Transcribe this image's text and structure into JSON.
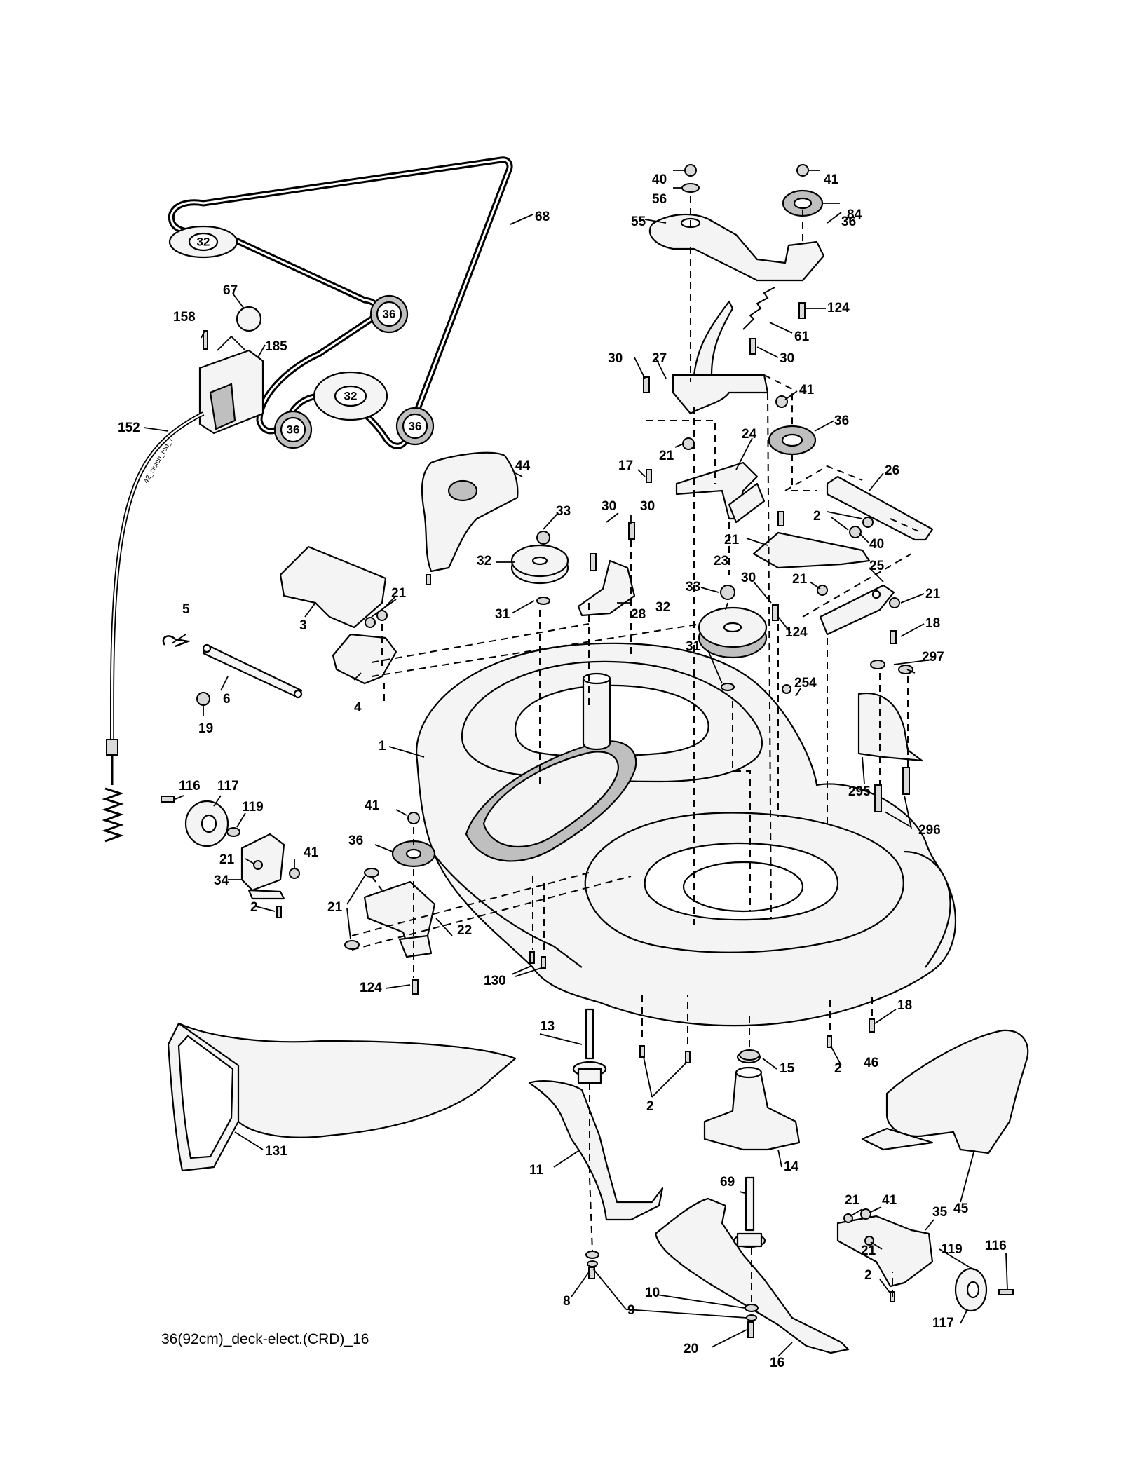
{
  "diagram": {
    "caption": "36(92cm)_deck-elect.(CRD)_16",
    "cable_marking": "42_clutch_rod_7",
    "belt_pulley_labels": [
      "32",
      "36",
      "32",
      "36",
      "36"
    ],
    "callouts": [
      {
        "id": "c-40",
        "text": "40",
        "part": "nut"
      },
      {
        "id": "c-56",
        "text": "56",
        "part": "washer"
      },
      {
        "id": "c-41a",
        "text": "41",
        "part": "nut"
      },
      {
        "id": "c-36a",
        "text": "36",
        "part": "idler-pulley"
      },
      {
        "id": "c-84",
        "text": "84",
        "part": "belt-guide"
      },
      {
        "id": "c-68",
        "text": "68",
        "part": "belt"
      },
      {
        "id": "c-55",
        "text": "55",
        "part": "idler-arm"
      },
      {
        "id": "c-67",
        "text": "67",
        "part": "ball"
      },
      {
        "id": "c-158",
        "text": "158",
        "part": "screw"
      },
      {
        "id": "c-185",
        "text": "185",
        "part": "clutch-switch-bracket"
      },
      {
        "id": "c-124a",
        "text": "124",
        "part": "bolt"
      },
      {
        "id": "c-61",
        "text": "61",
        "part": "spring"
      },
      {
        "id": "c-30a",
        "text": "30",
        "part": "bolt"
      },
      {
        "id": "c-27",
        "text": "27",
        "part": "bracket"
      },
      {
        "id": "c-30b",
        "text": "30",
        "part": "bolt"
      },
      {
        "id": "c-152",
        "text": "152",
        "part": "clutch-cable"
      },
      {
        "id": "c-41b",
        "text": "41",
        "part": "nut"
      },
      {
        "id": "c-36b",
        "text": "36",
        "part": "idler-pulley"
      },
      {
        "id": "c-44",
        "text": "44",
        "part": "belt-cover"
      },
      {
        "id": "c-17",
        "text": "17",
        "part": "bolt"
      },
      {
        "id": "c-21a",
        "text": "21",
        "part": "nut"
      },
      {
        "id": "c-24",
        "text": "24",
        "part": "bracket"
      },
      {
        "id": "c-26",
        "text": "26",
        "part": "bracket"
      },
      {
        "id": "c-30c",
        "text": "30",
        "part": "bolt"
      },
      {
        "id": "c-30d",
        "text": "30",
        "part": "bolt"
      },
      {
        "id": "c-33a",
        "text": "33",
        "part": "nut"
      },
      {
        "id": "c-2a",
        "text": "2",
        "part": "bolt"
      },
      {
        "id": "c-21b",
        "text": "21",
        "part": "nut"
      },
      {
        "id": "c-40b",
        "text": "40",
        "part": "nut"
      },
      {
        "id": "c-23",
        "text": "23",
        "part": "plate"
      },
      {
        "id": "c-32a",
        "text": "32",
        "part": "pulley"
      },
      {
        "id": "c-25",
        "text": "25",
        "part": "bracket"
      },
      {
        "id": "c-21c",
        "text": "21",
        "part": "nut"
      },
      {
        "id": "c-30e",
        "text": "30",
        "part": "bolt"
      },
      {
        "id": "c-21d",
        "text": "21",
        "part": "nut"
      },
      {
        "id": "c-33b",
        "text": "33",
        "part": "nut"
      },
      {
        "id": "c-3",
        "text": "3",
        "part": "bracket"
      },
      {
        "id": "c-21e",
        "text": "21",
        "part": "nut"
      },
      {
        "id": "c-5",
        "text": "5",
        "part": "hairpin"
      },
      {
        "id": "c-31a",
        "text": "31",
        "part": "washer"
      },
      {
        "id": "c-28",
        "text": "28",
        "part": "bracket"
      },
      {
        "id": "c-32b",
        "text": "32",
        "part": "pulley"
      },
      {
        "id": "c-18a",
        "text": "18",
        "part": "bolt"
      },
      {
        "id": "c-124b",
        "text": "124",
        "part": "bolt"
      },
      {
        "id": "c-31b",
        "text": "31",
        "part": "washer"
      },
      {
        "id": "c-297",
        "text": "297",
        "part": "nut"
      },
      {
        "id": "c-6",
        "text": "6",
        "part": "link"
      },
      {
        "id": "c-4",
        "text": "4",
        "part": "bracket"
      },
      {
        "id": "c-254",
        "text": "254",
        "part": "screw"
      },
      {
        "id": "c-19",
        "text": "19",
        "part": "bolt"
      },
      {
        "id": "c-1",
        "text": "1",
        "part": "deck"
      },
      {
        "id": "c-116a",
        "text": "116",
        "part": "bolt"
      },
      {
        "id": "c-117a",
        "text": "117",
        "part": "wheel"
      },
      {
        "id": "c-119a",
        "text": "119",
        "part": "washer"
      },
      {
        "id": "c-295",
        "text": "295",
        "part": "deflector"
      },
      {
        "id": "c-41c",
        "text": "41",
        "part": "nut"
      },
      {
        "id": "c-36c",
        "text": "36",
        "part": "idler-pulley"
      },
      {
        "id": "c-296",
        "text": "296",
        "part": "bolt"
      },
      {
        "id": "c-21f",
        "text": "21",
        "part": "nut"
      },
      {
        "id": "c-41d",
        "text": "41",
        "part": "nut"
      },
      {
        "id": "c-34",
        "text": "34",
        "part": "wheel-bracket"
      },
      {
        "id": "c-21g",
        "text": "21",
        "part": "nut"
      },
      {
        "id": "c-2b",
        "text": "2",
        "part": "bolt"
      },
      {
        "id": "c-22",
        "text": "22",
        "part": "bracket"
      },
      {
        "id": "c-124c",
        "text": "124",
        "part": "bolt"
      },
      {
        "id": "c-130",
        "text": "130",
        "part": "bolt"
      },
      {
        "id": "c-18b",
        "text": "18",
        "part": "bolt"
      },
      {
        "id": "c-13",
        "text": "13",
        "part": "spindle"
      },
      {
        "id": "c-15",
        "text": "15",
        "part": "washer"
      },
      {
        "id": "c-2c",
        "text": "2",
        "part": "bolt"
      },
      {
        "id": "c-46",
        "text": "46",
        "part": "bolt"
      },
      {
        "id": "c-2d",
        "text": "2",
        "part": "bolt"
      },
      {
        "id": "c-131",
        "text": "131",
        "part": "discharge-chute"
      },
      {
        "id": "c-14",
        "text": "14",
        "part": "spindle-housing"
      },
      {
        "id": "c-11",
        "text": "11",
        "part": "blade"
      },
      {
        "id": "c-45",
        "text": "45",
        "part": "belt-cover"
      },
      {
        "id": "c-69",
        "text": "69",
        "part": "spindle"
      },
      {
        "id": "c-21h",
        "text": "21",
        "part": "nut"
      },
      {
        "id": "c-41e",
        "text": "41",
        "part": "nut"
      },
      {
        "id": "c-35",
        "text": "35",
        "part": "wheel-bracket"
      },
      {
        "id": "c-21i",
        "text": "21",
        "part": "nut"
      },
      {
        "id": "c-119b",
        "text": "119",
        "part": "washer"
      },
      {
        "id": "c-116b",
        "text": "116",
        "part": "bolt"
      },
      {
        "id": "c-2e",
        "text": "2",
        "part": "bolt"
      },
      {
        "id": "c-117b",
        "text": "117",
        "part": "wheel"
      },
      {
        "id": "c-8",
        "text": "8",
        "part": "bolt"
      },
      {
        "id": "c-9",
        "text": "9",
        "part": "washer"
      },
      {
        "id": "c-10",
        "text": "10",
        "part": "washer"
      },
      {
        "id": "c-20",
        "text": "20",
        "part": "bolt"
      },
      {
        "id": "c-16",
        "text": "16",
        "part": "blade"
      }
    ]
  }
}
